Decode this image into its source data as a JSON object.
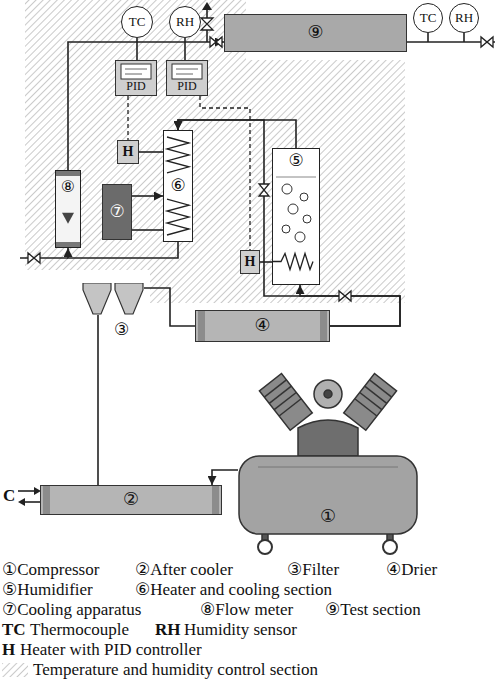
{
  "diagram": {
    "nodes": [
      {
        "text": [
          "TC"
        ]
      },
      {
        "text": [
          "RH"
        ]
      },
      {
        "text": [
          "⑨"
        ]
      },
      {
        "text": [
          "TC"
        ]
      },
      {
        "text": [
          "RH"
        ]
      },
      {
        "text": [
          "PID"
        ]
      },
      {
        "text": [
          "PID"
        ]
      },
      {
        "text": [
          "H"
        ]
      },
      {
        "text": [
          "⑥"
        ]
      },
      {
        "text": [
          "⑤"
        ]
      },
      {
        "text": [
          "⑧"
        ]
      },
      {
        "text": [
          "⑦"
        ]
      },
      {
        "text": [
          "H"
        ]
      },
      {
        "text": [
          "③"
        ]
      },
      {
        "text": [
          "④"
        ]
      },
      {
        "text": [
          "①"
        ]
      },
      {
        "text": [
          "②"
        ]
      }
    ],
    "edges": [
      {
        "from": 15,
        "to": 16,
        "arrow": "to"
      },
      {
        "from": 16,
        "to": 13,
        "arrow": "none"
      },
      {
        "from": 13,
        "to": 14,
        "arrow": "none"
      },
      {
        "from": 14,
        "to": 9,
        "arrow": "to"
      },
      {
        "from": 14,
        "to": 8,
        "arrow": "to"
      },
      {
        "from": 9,
        "to": 8,
        "arrow": "to"
      },
      {
        "from": 8,
        "to": 10,
        "arrow": "to"
      },
      {
        "from": 10,
        "to": 2,
        "arrow": "to"
      },
      {
        "from": 0,
        "to": 5,
        "arrow": "none"
      },
      {
        "from": 1,
        "to": 6,
        "arrow": "none"
      },
      {
        "from": 5,
        "to": 7,
        "arrow": "none"
      },
      {
        "from": 6,
        "to": 12,
        "arrow": "none"
      },
      {
        "from": 11,
        "to": 8,
        "arrow": "to"
      },
      {
        "from": 8,
        "to": 11,
        "arrow": "none"
      },
      {
        "from": 7,
        "to": 8,
        "arrow": "none"
      },
      {
        "from": 12,
        "to": 9,
        "arrow": "none"
      }
    ],
    "labels": [
      "C",
      "①Compressor",
      "②After cooler",
      "③Filter",
      "④Drier",
      "⑤Humidifier",
      "⑥Heater and cooling section",
      "⑦Cooling apparatus",
      "⑧Flow meter",
      "⑨Test section",
      "TC",
      "Thermocouple",
      "RH",
      "Humidity sensor",
      "H",
      "Heater with PID controller"
    ],
    "legend": [
      {
        "text": "Temperature and humidity control section"
      }
    ]
  }
}
